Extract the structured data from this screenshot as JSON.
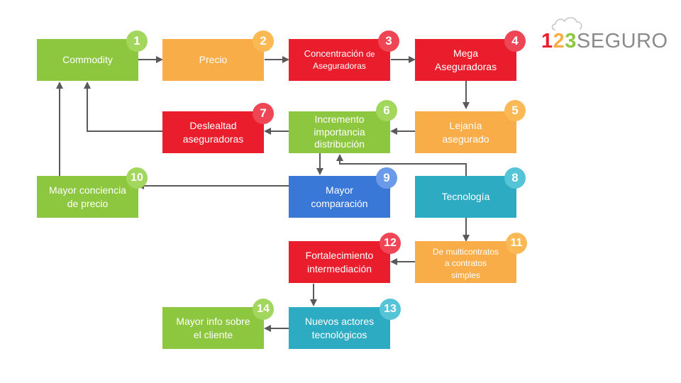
{
  "brand": {
    "logo_digit_1": "1",
    "logo_digit_2": "2",
    "logo_digit_3": "3",
    "logo_word": "SEGURO"
  },
  "colors": {
    "green": "#8dc63f",
    "orange": "#f9ad48",
    "red": "#ea1d2c",
    "blue": "#3a78d8",
    "teal": "#2dabc2",
    "arrow": "#595959"
  },
  "nodes": {
    "n1": {
      "label": "Commodity",
      "number": "1"
    },
    "n2": {
      "label": "Precio",
      "number": "2"
    },
    "n3": {
      "label_main": "Concentración ",
      "label_small": "de",
      "label_line2": "Aseguradoras",
      "number": "3"
    },
    "n4": {
      "label_line1": "Mega",
      "label_line2": "Aseguradoras",
      "number": "4"
    },
    "n5": {
      "label_line1": "Lejanía",
      "label_line2": "asegurado",
      "number": "5"
    },
    "n6": {
      "label_line1": "Incremento",
      "label_line2": "importancia",
      "label_line3": "distribución",
      "number": "6"
    },
    "n7": {
      "label_line1": "Deslealtad",
      "label_line2": "aseguradoras",
      "number": "7"
    },
    "n8": {
      "label": "Tecnología",
      "number": "8"
    },
    "n9": {
      "label_line1": "Mayor",
      "label_line2": "comparación",
      "number": "9"
    },
    "n10": {
      "label_line1": "Mayor conciencia",
      "label_line2": "de precio",
      "number": "10"
    },
    "n11": {
      "label_line1": "De multicontratos",
      "label_line2": "a contratos",
      "label_line3": "simples",
      "number": "11"
    },
    "n12": {
      "label_line1": "Fortalecimiento",
      "label_line2": "intermediación",
      "number": "12"
    },
    "n13": {
      "label_line1": "Nuevos actores",
      "label_line2": "tecnológicos",
      "number": "13"
    },
    "n14": {
      "label_line1": "Mayor info sobre",
      "label_line2": "el cliente",
      "number": "14"
    }
  },
  "edges": [
    {
      "from": "1",
      "to": "2"
    },
    {
      "from": "2",
      "to": "3"
    },
    {
      "from": "3",
      "to": "4"
    },
    {
      "from": "4",
      "to": "5"
    },
    {
      "from": "5",
      "to": "6"
    },
    {
      "from": "6",
      "to": "7"
    },
    {
      "from": "7",
      "to": "1"
    },
    {
      "from": "6",
      "to": "9"
    },
    {
      "from": "8",
      "to": "6"
    },
    {
      "from": "8",
      "to": "11"
    },
    {
      "from": "9",
      "to": "10"
    },
    {
      "from": "10",
      "to": "1"
    },
    {
      "from": "11",
      "to": "12"
    },
    {
      "from": "12",
      "to": "13"
    },
    {
      "from": "13",
      "to": "14"
    }
  ]
}
